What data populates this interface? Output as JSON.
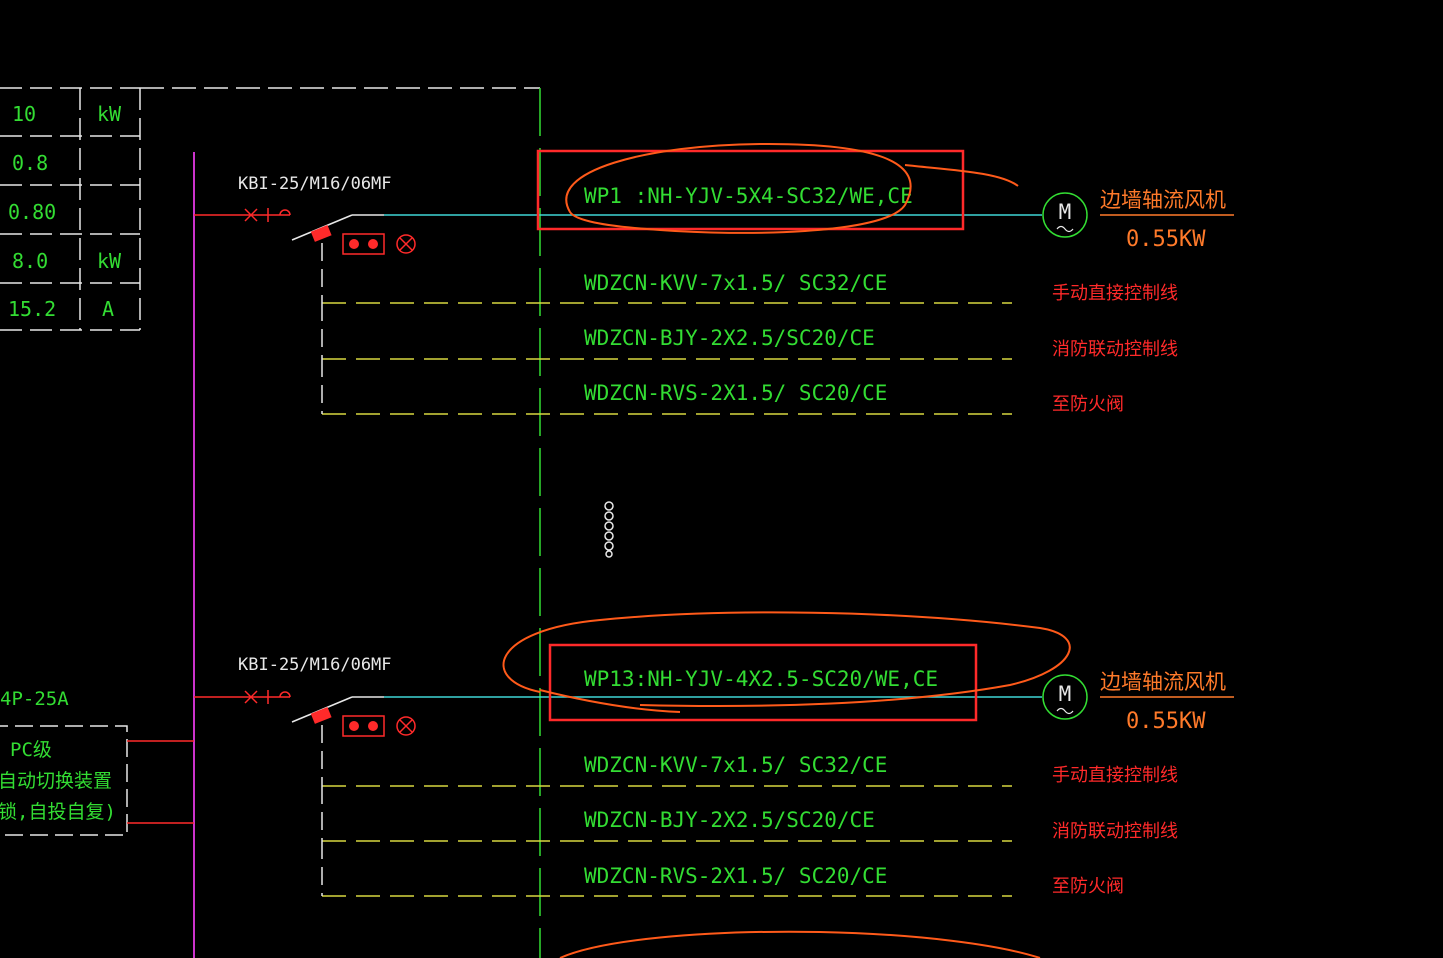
{
  "colors": {
    "background": "#000000",
    "green": "#33dd33",
    "white": "#e8e8e8",
    "red": "#ff2a2a",
    "orange": "#ff7a2a",
    "cyan": "#3fd6d6",
    "magenta": "#cc33cc",
    "yellow": "#d8d840"
  },
  "table": {
    "rows": [
      {
        "value": "10",
        "unit": "kW"
      },
      {
        "value": "0.8",
        "unit": ""
      },
      {
        "value": "0.80",
        "unit": ""
      },
      {
        "value": "8.0",
        "unit": "kW"
      },
      {
        "value": "15.2",
        "unit": "A"
      }
    ]
  },
  "ats": {
    "rating": "4P-25A",
    "line1": "PC级",
    "line2": "自动切换装置",
    "line3": "锁,自投自复)"
  },
  "circuits": [
    {
      "breaker": "KBI-25/M16/06MF",
      "power_cable": "WP1 :NH-YJV-5X4-SC32/WE,CE",
      "motor_symbol": "M",
      "equipment_name": "边墙轴流风机",
      "equipment_power": "0.55KW",
      "control_cables": [
        {
          "cable": "WDZCN-KVV-7x1.5/ SC32/CE",
          "purpose": "手动直接控制线"
        },
        {
          "cable": "WDZCN-BJY-2X2.5/SC20/CE",
          "purpose": "消防联动控制线"
        },
        {
          "cable": "WDZCN-RVS-2X1.5/ SC20/CE",
          "purpose": "至防火阀"
        }
      ]
    },
    {
      "breaker": "KBI-25/M16/06MF",
      "power_cable": "WP13:NH-YJV-4X2.5-SC20/WE,CE",
      "motor_symbol": "M",
      "equipment_name": "边墙轴流风机",
      "equipment_power": "0.55KW",
      "control_cables": [
        {
          "cable": "WDZCN-KVV-7x1.5/ SC32/CE",
          "purpose": "手动直接控制线"
        },
        {
          "cable": "WDZCN-BJY-2X2.5/SC20/CE",
          "purpose": "消防联动控制线"
        },
        {
          "cable": "WDZCN-RVS-2X1.5/ SC20/CE",
          "purpose": "至防火阀"
        }
      ]
    }
  ]
}
